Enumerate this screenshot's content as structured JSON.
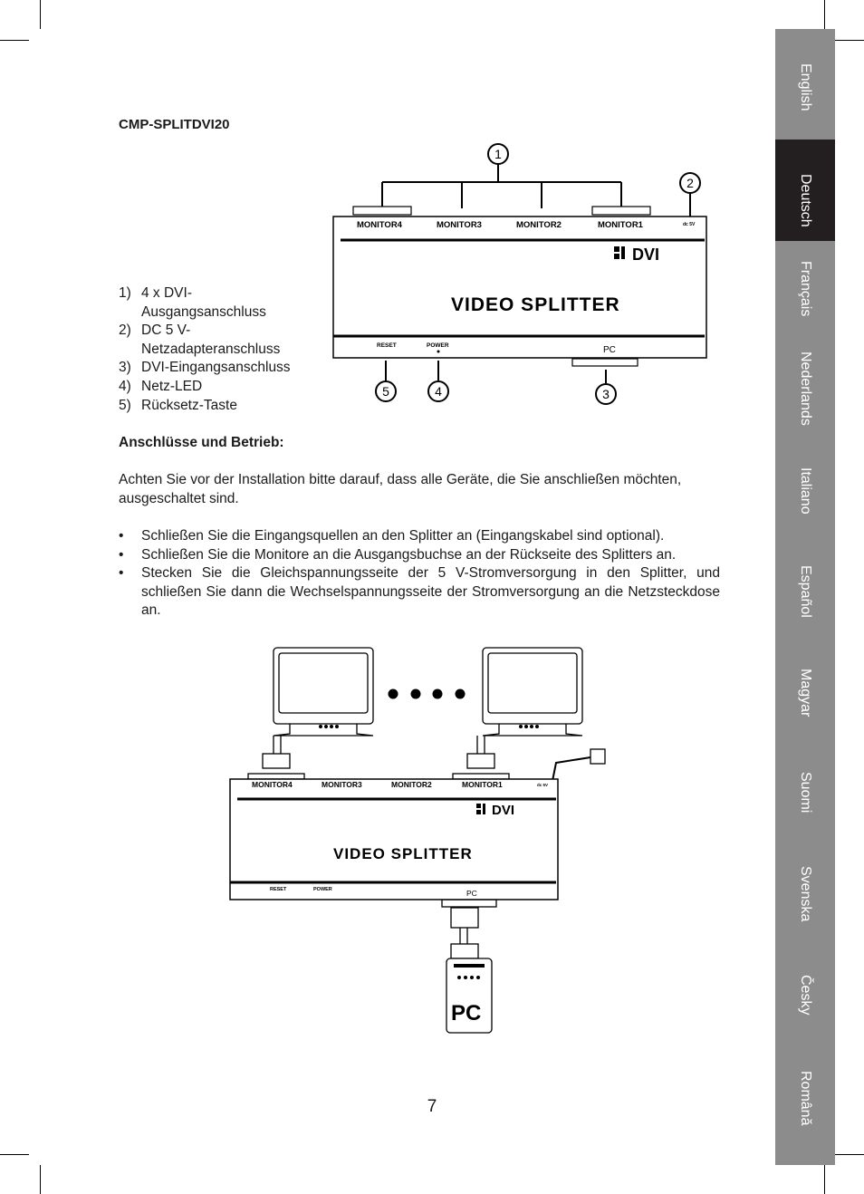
{
  "document": {
    "model": "CMP-SPLITDVI20",
    "parts": [
      {
        "num": "1)",
        "text": "4 x DVI-Ausgangsanschluss"
      },
      {
        "num": "2)",
        "text": "DC 5 V-Netzadapteranschluss"
      },
      {
        "num": "3)",
        "text": "DVI-Eingangsanschluss"
      },
      {
        "num": "4)",
        "text": "Netz-LED"
      },
      {
        "num": "5)",
        "text": "Rücksetz-Taste"
      }
    ],
    "heading": "Anschlüsse und Betrieb:",
    "intro": "Achten Sie vor der Installation bitte darauf, dass alle Geräte, die Sie anschließen möchten, ausgeschaltet sind.",
    "bullet_symbol": "•",
    "bullets": [
      "Schließen Sie die Eingangsquellen an den Splitter an (Eingangskabel sind optional).",
      "Schließen Sie die Monitore an die Ausgangsbuchse an der Rückseite des Splitters an.",
      "Stecken Sie die Gleichspannungsseite der 5 V-Stromversorgung in den Splitter, und schließen Sie dann die Wechselspannungsseite der Stromversorgung an die Netzsteckdose an."
    ],
    "page_number": "7"
  },
  "diagram": {
    "monitor_labels": [
      "MONITOR4",
      "MONITOR3",
      "MONITOR2",
      "MONITOR1"
    ],
    "dc_label": "dc 5V",
    "brand": "DVI",
    "product_title": "VIDEO SPLITTER",
    "reset_label": "RESET",
    "power_label": "POWER",
    "pc_label": "PC",
    "callouts": [
      "1",
      "2",
      "3",
      "4",
      "5"
    ]
  },
  "language_tabs": [
    {
      "label": "English",
      "active": false
    },
    {
      "label": "Deutsch",
      "active": true
    },
    {
      "label": "Français",
      "active": false
    },
    {
      "label": "Nederlands",
      "active": false
    },
    {
      "label": "Italiano",
      "active": false
    },
    {
      "label": "Español",
      "active": false
    },
    {
      "label": "Magyar",
      "active": false
    },
    {
      "label": "Suomi",
      "active": false
    },
    {
      "label": "Svenska",
      "active": false
    },
    {
      "label": "Česky",
      "active": false
    },
    {
      "label": "Română",
      "active": false
    }
  ]
}
